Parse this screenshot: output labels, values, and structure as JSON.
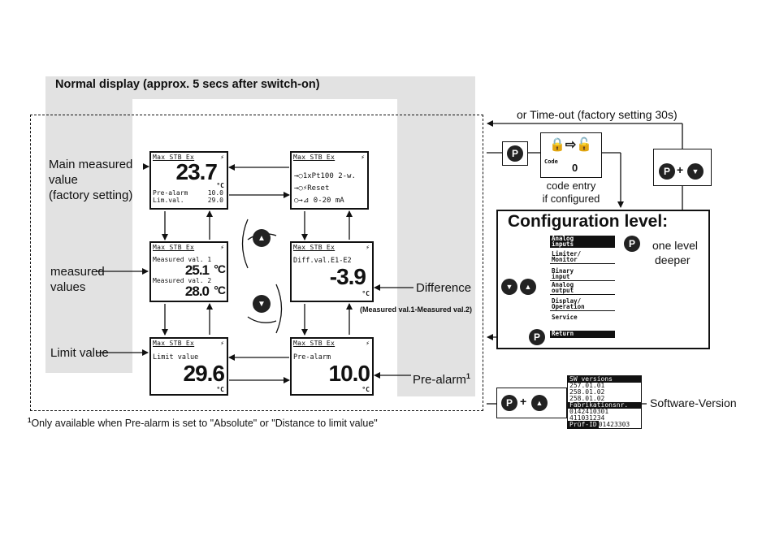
{
  "title": "Normal display (approx. 5 secs after switch-on)",
  "timeout_label": "or Time-out (factory setting 30s)",
  "labels": {
    "main_measured": [
      "Main measured",
      "value",
      "(factory setting)"
    ],
    "measured_values": [
      "measured",
      "values"
    ],
    "limit_value": "Limit value",
    "difference": "Difference",
    "difference_formula": "(Measured val.1-Measured val.2)",
    "pre_alarm": "Pre-alarm",
    "pre_alarm_sup": "1",
    "footnote_sup": "1",
    "footnote": "Only available when Pre-alarm is set to \"Absolute\" or \"Distance to limit value\"",
    "code_entry": [
      "code entry",
      "if configured"
    ],
    "software_version": "Software-Version",
    "one_level_deeper": [
      "one level",
      "deeper"
    ]
  },
  "lcd_header": "Max STB Ex",
  "screens": {
    "main": {
      "value": "23.7",
      "unit": "°C",
      "rows": [
        [
          "Pre-alarm",
          "10.0"
        ],
        [
          "Lim.val.",
          "29.0"
        ]
      ]
    },
    "info": {
      "rows": [
        "1xPt100 2-w.",
        "Reset",
        "0-20 mA"
      ]
    },
    "measured": {
      "label1": "Measured val. 1",
      "value1": "25.1",
      "label2": "Measured val. 2",
      "value2": "28.0",
      "unit": "°C"
    },
    "diff": {
      "label": "Diff.val.E1-E2",
      "value": "-3.9",
      "unit": "°C"
    },
    "limit": {
      "label": "Limit value",
      "value": "29.6",
      "unit": "°C"
    },
    "prealarm": {
      "label": "Pre-alarm",
      "value": "10.0",
      "unit": "°C"
    }
  },
  "code_box": {
    "small": "Code",
    "value": "0"
  },
  "config": {
    "title": "Configuration level:",
    "items": [
      {
        "l1": "Analog",
        "l2": "inputs",
        "selected": true
      },
      {
        "l1": "Limiter/",
        "l2": "Monitor",
        "selected": false
      },
      {
        "l1": "Binary",
        "l2": "input",
        "selected": false
      },
      {
        "l1": "Analog",
        "l2": "output",
        "selected": false
      },
      {
        "l1": "Display/",
        "l2": "Operation",
        "selected": false
      },
      {
        "l1": "Service",
        "l2": "",
        "selected": false
      },
      {
        "l1": "Return",
        "l2": "",
        "selected": true
      }
    ]
  },
  "sw_box": {
    "title": "SW versions",
    "versions": [
      "257.01.01",
      "258.01.02",
      "258.01.02"
    ],
    "fab_label": "Fabrikationsnr.",
    "fab_lines": [
      "0142410301",
      "411031234"
    ],
    "pruef_label": "Prüf-ID",
    "pruef_value": "01423303"
  },
  "button_key": "P",
  "button_plus": "+"
}
